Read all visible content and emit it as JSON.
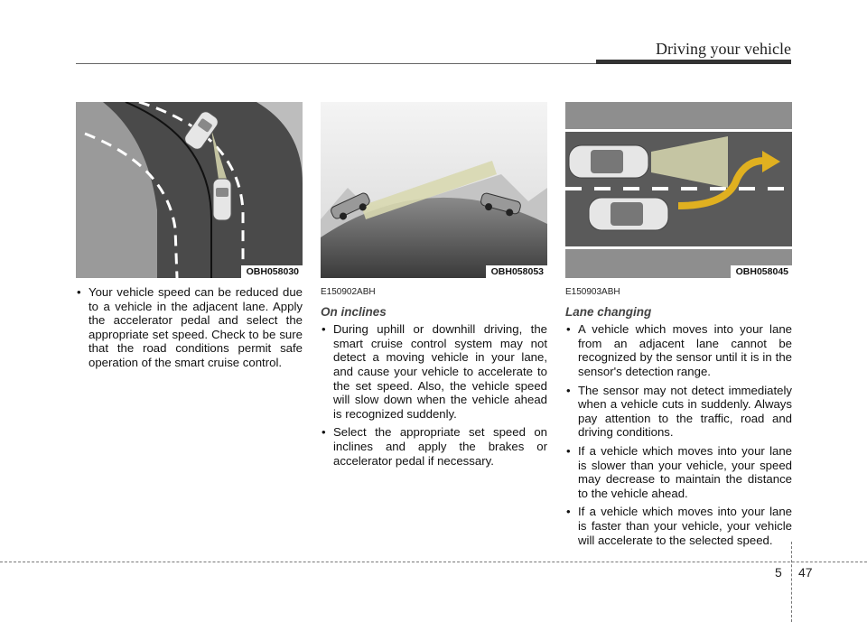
{
  "header": {
    "title": "Driving your vehicle"
  },
  "figures": [
    {
      "code": "OBH058030"
    },
    {
      "code": "OBH058053"
    },
    {
      "code": "OBH058045"
    }
  ],
  "col1": {
    "bullets": [
      "Your vehicle speed can be reduced due to a vehicle in the adjacent lane. Apply the accelerator pedal and select the appropriate set speed. Check to be sure that the road conditions permit safe operation of the smart cruise control."
    ]
  },
  "col2": {
    "code": "E150902ABH",
    "subtitle": "On inclines",
    "bullets": [
      "During uphill or downhill driving, the smart cruise control system may not detect a moving vehicle in your lane, and cause your vehicle to accelerate to the set speed. Also, the vehicle speed will slow down when the vehicle ahead is recognized suddenly.",
      "Select the appropriate set speed on inclines and apply the brakes or accelerator pedal if necessary."
    ]
  },
  "col3": {
    "code": "E150903ABH",
    "subtitle": "Lane changing",
    "bullets": [
      "A vehicle which moves into your lane from an adjacent lane cannot be recognized by the sensor until it is in the sensor's detection range.",
      "The sensor may not detect immediately when a vehicle cuts in suddenly. Always pay attention to the traffic, road and driving conditions.",
      "If a vehicle which moves into your lane is slower than your vehicle, your speed may decrease to maintain the distance to the vehicle ahead.",
      "If a vehicle which moves into your lane is faster than your vehicle, your vehicle will accelerate to the selected speed."
    ]
  },
  "footer": {
    "chapter": "5",
    "page": "47"
  },
  "bullet_glyph": "•"
}
